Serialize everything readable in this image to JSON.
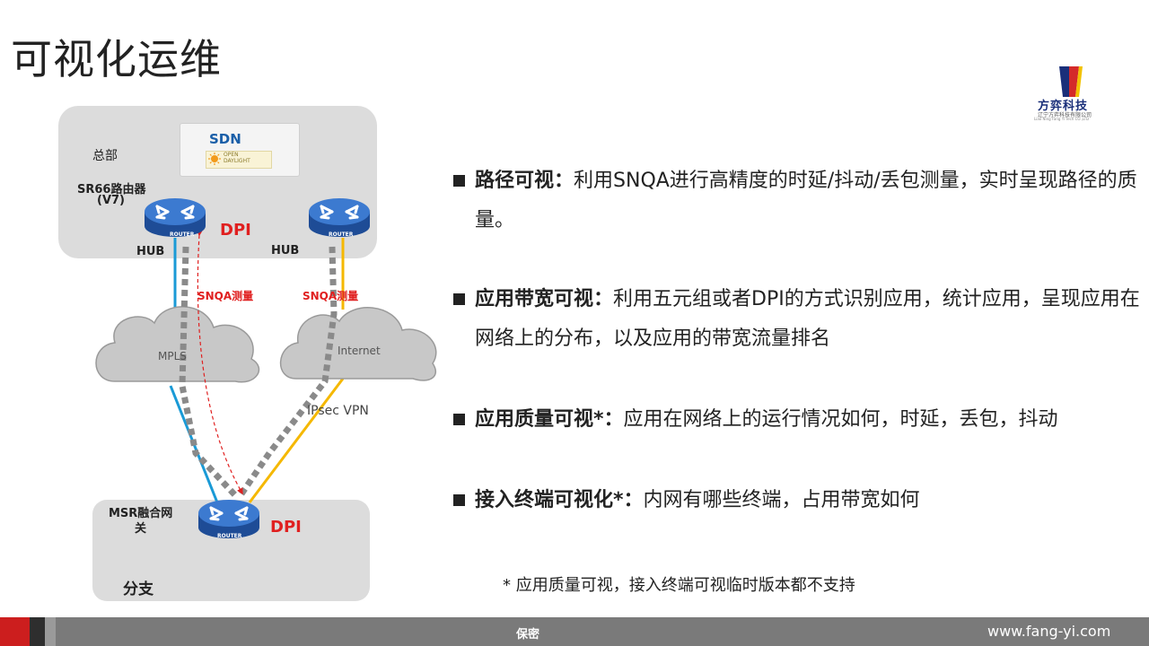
{
  "title": "可视化运维",
  "logo": {
    "name": "方弈科技",
    "subtitle": "辽宁方弈科技有限公司",
    "subtitle_en": "Liao Ning Fang Yi Tech CO.,LTD",
    "colors": {
      "red": "#d42a2a",
      "yellow": "#f2c200",
      "blue": "#1a2f7a"
    }
  },
  "diagram": {
    "hq_label": "总部",
    "router_model": "SR66路由器",
    "router_version": "(V7)",
    "sdn_label": "SDN",
    "odl_line1": "OPEN",
    "odl_line2": "DAYLIGHT",
    "router_text": "ROUTER",
    "hub_left": "HUB",
    "hub_right": "HUB",
    "dpi_top": "DPI",
    "dpi_bottom": "DPI",
    "snqa_left": "SNQA测量",
    "snqa_right": "SNQA测量",
    "cloud_mpls": "MPLS",
    "cloud_internet": "Internet",
    "ipsec": "IPsec VPN",
    "gateway_line1": "MSR融合网",
    "gateway_line2": "关",
    "branch_label": "分支",
    "colors": {
      "mpls_link": "#1a9ad6",
      "internet_link": "#f5b800",
      "measure_path": "#8a8a8a",
      "snqa_arrow": "#e02020",
      "dpi": "#e02020",
      "router": "#2b5fb0"
    }
  },
  "bullets": [
    {
      "heading": "路径可视：",
      "text": "利用SNQA进行高精度的时延/抖动/丢包测量，实时呈现路径的质量。"
    },
    {
      "heading": "应用带宽可视：",
      "text": "利用五元组或者DPI的方式识别应用，统计应用，呈现应用在网络上的分布，以及应用的带宽流量排名"
    },
    {
      "heading": "应用质量可视*：",
      "text": "应用在网络上的运行情况如何，时延，丢包，抖动"
    },
    {
      "heading": "接入终端可视化*：",
      "text": "内网有哪些终端，占用带宽如何"
    }
  ],
  "footnote": "* 应用质量可视，接入终端可视临时版本都不支持",
  "footer": {
    "center": "保密",
    "url": "www.fang-yi.com",
    "colors": {
      "bar": "#7a7a7a",
      "red": "#cc1e1e"
    }
  }
}
